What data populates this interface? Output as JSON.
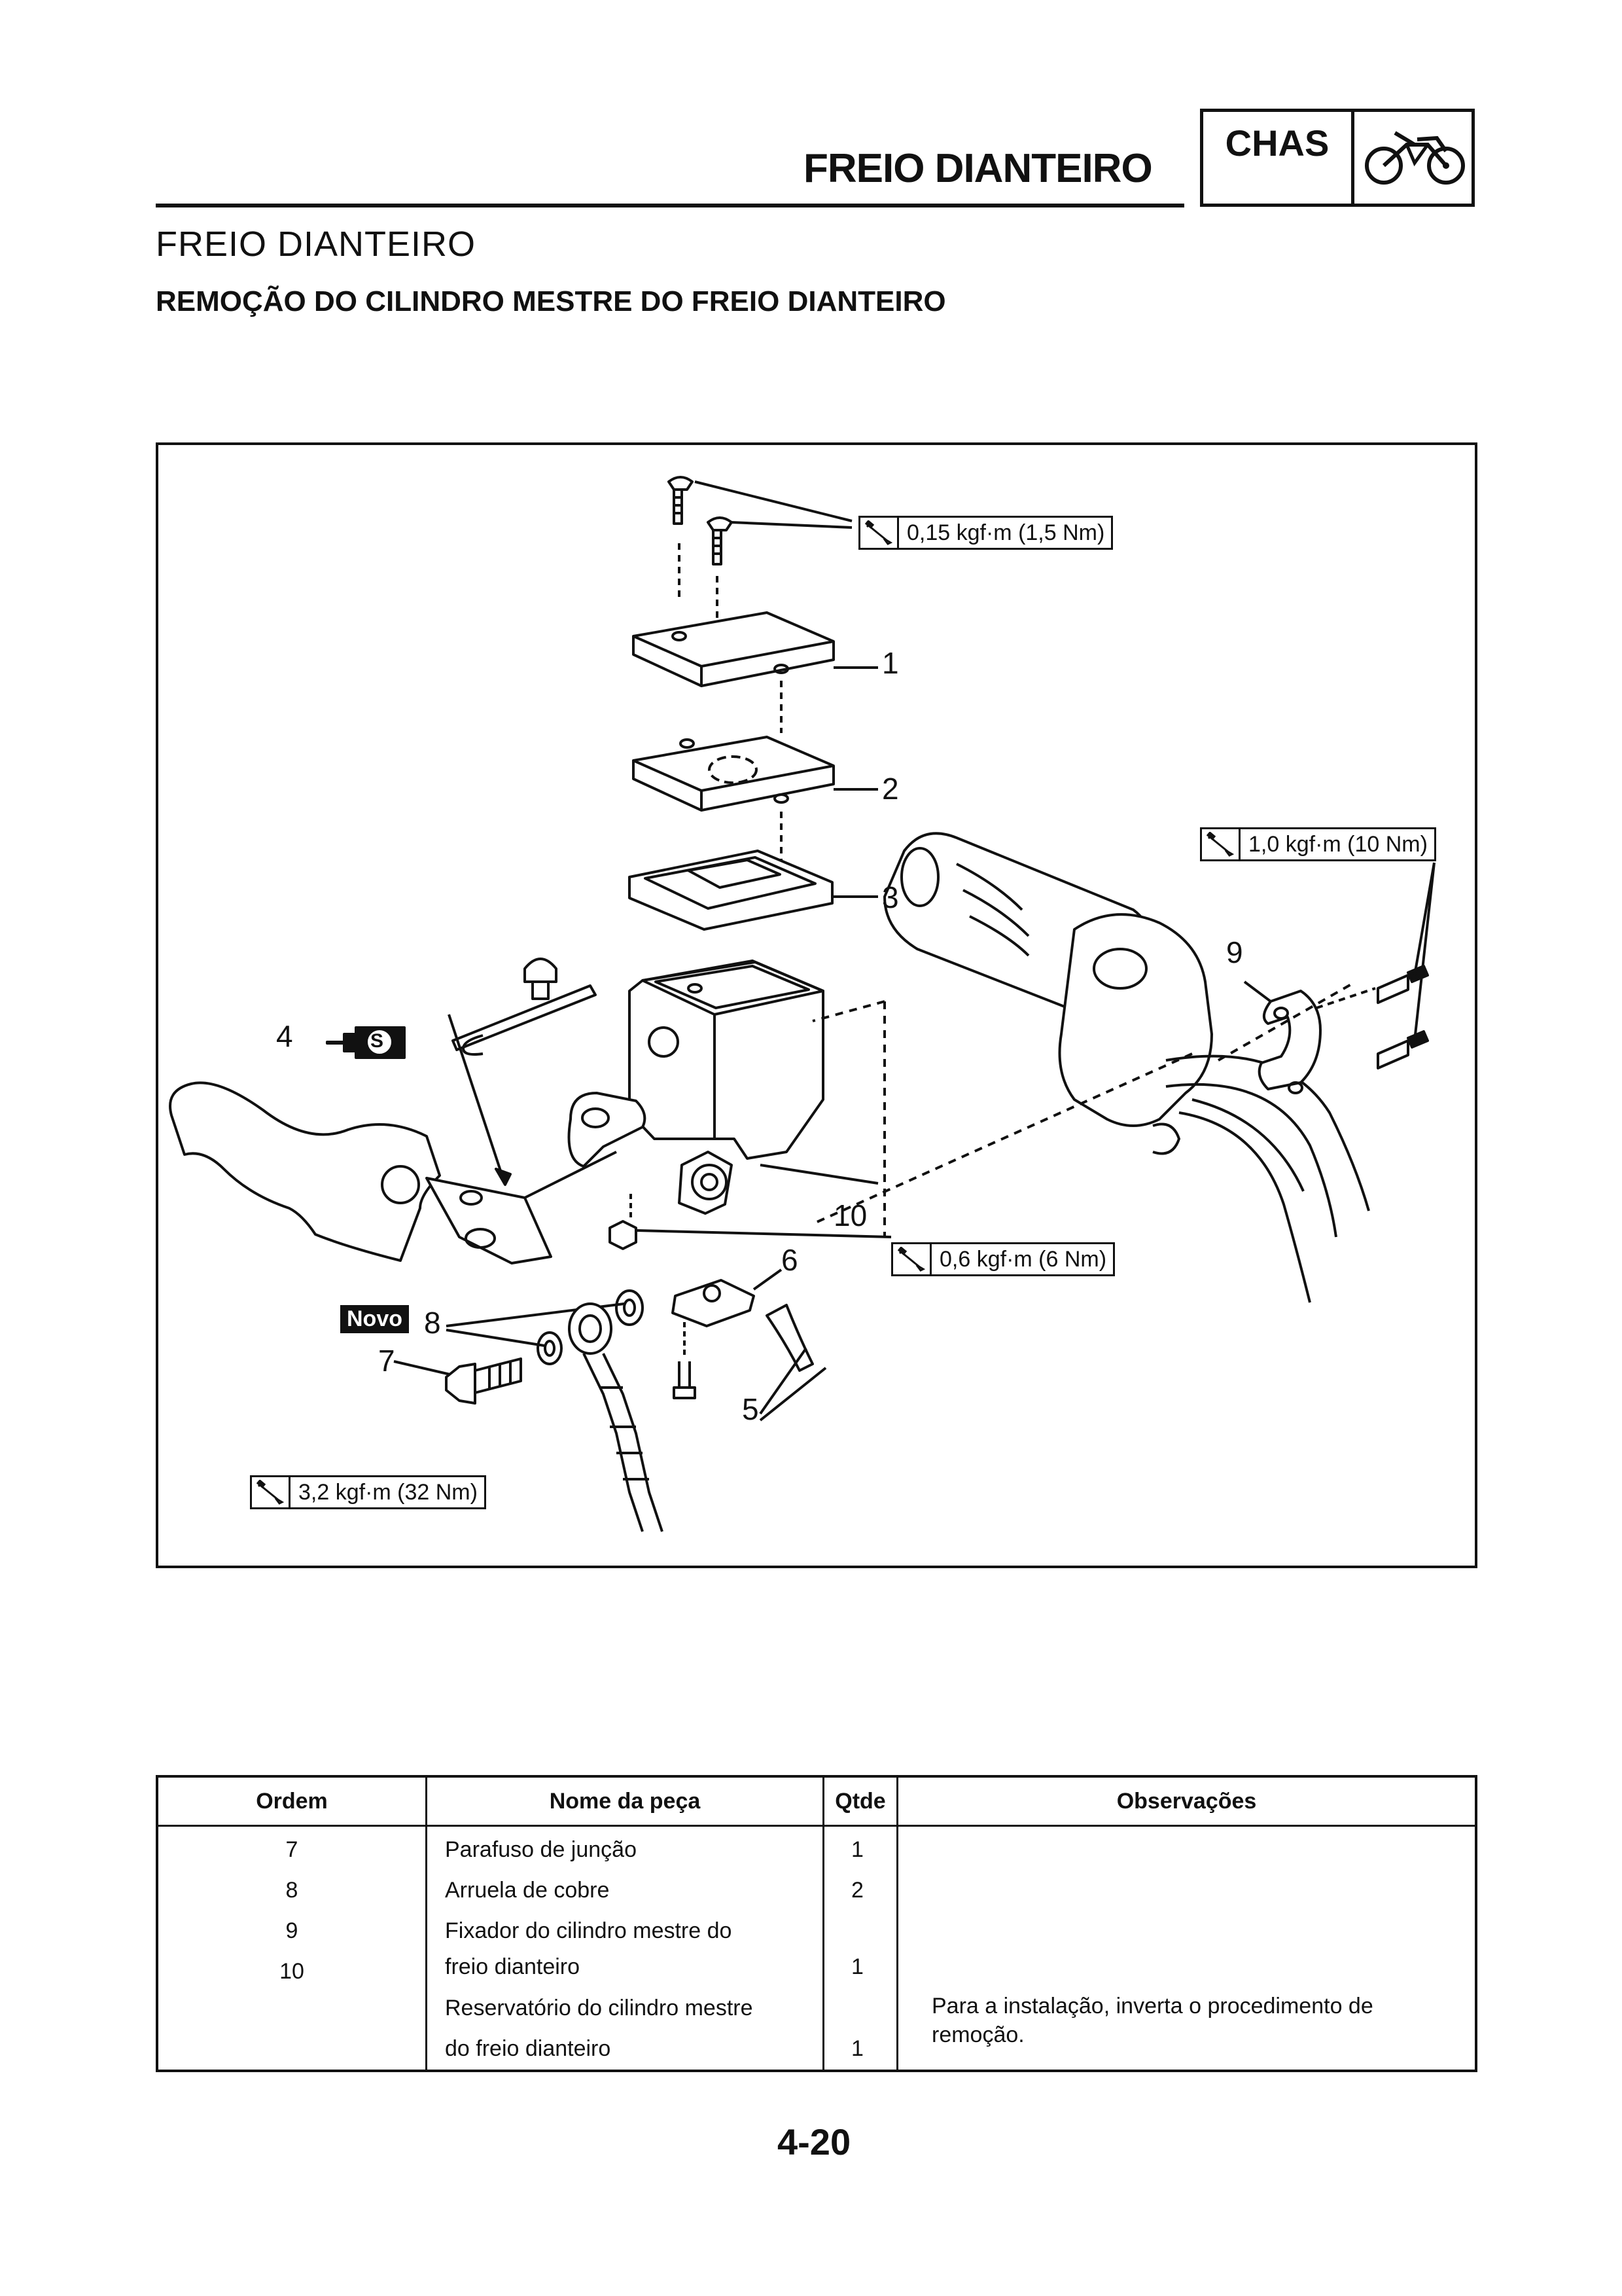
{
  "header": {
    "title": "FREIO DIANTEIRO",
    "section_code": "CHAS",
    "section_icon": "motorcycle-icon"
  },
  "heading": "FREIO DIANTEIRO",
  "subheading": "REMOÇÃO DO CILINDRO MESTRE DO FREIO DIANTEIRO",
  "figure": {
    "torques": {
      "screws": "0,15 kgf·m (1,5 Nm)",
      "holder_bolts": "1,0 kgf·m (10 Nm)",
      "nut": "0,6 kgf·m (6 Nm)",
      "union_bolt": "3,2 kgf·m (32 Nm)"
    },
    "callouts": [
      "1",
      "2",
      "3",
      "4",
      "5",
      "6",
      "7",
      "8",
      "9",
      "10"
    ],
    "new_badge": "Novo",
    "grease_symbol": "S",
    "torque_icon": "wrench-icon"
  },
  "table": {
    "headers": [
      "Ordem",
      "Nome da peça",
      "Qtde",
      "Observações"
    ],
    "rows": [
      {
        "ordem": "7",
        "nome": "Parafuso de junção",
        "qtde": "1"
      },
      {
        "ordem": "8",
        "nome": "Arruela de cobre",
        "qtde": "2"
      },
      {
        "ordem": "9",
        "nome": "Fixador do cilindro mestre do",
        "nome2": "freio dianteiro",
        "qtde": "1"
      },
      {
        "ordem": "10",
        "nome": "Reservatório do cilindro mestre",
        "nome2": "do freio dianteiro",
        "qtde": "1"
      }
    ],
    "observation": "Para a instalação, inverta o procedimento de remoção."
  },
  "page_number": "4-20"
}
